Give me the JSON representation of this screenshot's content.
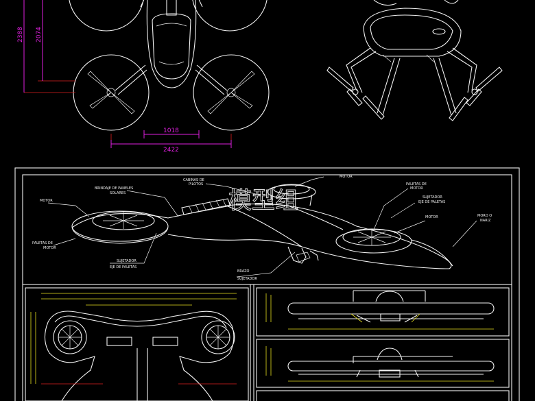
{
  "watermark": "模型组",
  "top_view": {
    "dim_outer_height": "2388",
    "dim_inner_height": "2074",
    "dim_inner_width": "1018",
    "dim_outer_width": "2422"
  },
  "perspective_labels": {
    "cabinas": "CABINAS DE",
    "pilotos": "PILOTOS",
    "brindaje": "BRINDAJE DE PANELES",
    "solares": "SOLARES",
    "motor_top": "MOTOR",
    "paletas_de": "PALETAS DE",
    "motor_right": "MOTOR",
    "sujetador_right": "SUJETADOR",
    "eje_right": "EJE DE PALETAS",
    "motor_mid": "MOTOR",
    "morro": "MORO O",
    "nariz": "NARIZ",
    "motor_left": "MOTOR",
    "paletas_left": "PALETAS DE",
    "motor_left2": "MOTOR",
    "sujetador_left": "SUJETADOR",
    "eje_left": "EJE DE PALETAS",
    "brazo": "BRAZO",
    "sujetador_bottom": "SUJETADOR"
  },
  "colors": {
    "background": "#000000",
    "linework": "#f2f2f2",
    "dimension": "#e020e0",
    "construction": "#e02020",
    "detail": "#e8e020"
  }
}
